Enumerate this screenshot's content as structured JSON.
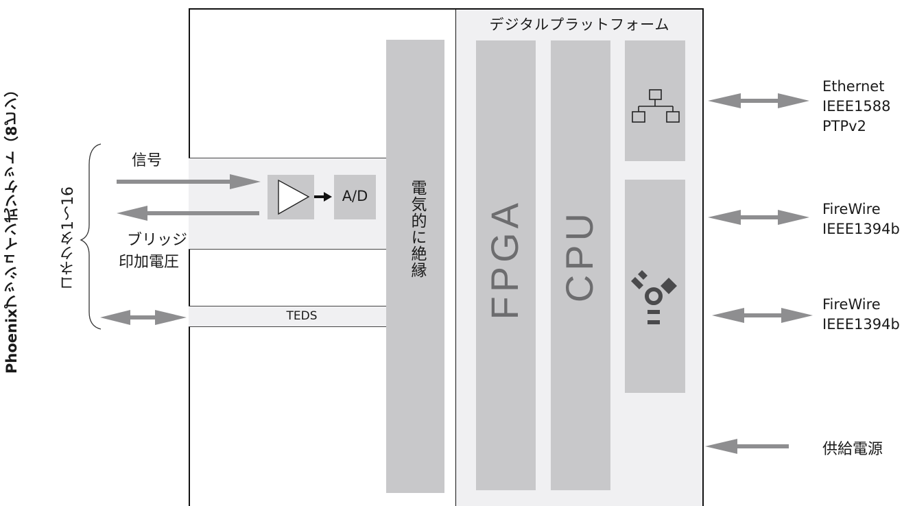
{
  "side_label": {
    "connector_type": "Phoenixプッシュイン式ソケット（8ピン）",
    "connector_range": "コネクタ1～16"
  },
  "analog": {
    "signal_label": "信号",
    "bridge_label_line1": "ブリッジ",
    "bridge_label_line2": "印加電圧",
    "adc_label": "A/D",
    "teds_label": "TEDS",
    "isolation_label": "電気的に絶縁"
  },
  "digital": {
    "title": "デジタルプラットフォーム",
    "fpga_label": "FPGA",
    "cpu_label": "CPU",
    "network_icon": "network-icon",
    "firewire_icon": "firewire-icon"
  },
  "ports": [
    {
      "line1": "Ethernet",
      "line2": "IEEE1588",
      "line3": "PTPv2"
    },
    {
      "line1": "FireWire",
      "line2": "IEEE1394b"
    },
    {
      "line1": "FireWire",
      "line2": "IEEE1394b"
    }
  ],
  "power_label": "供給電源",
  "colors": {
    "panel": "#f0f0f2",
    "block": "#c8c8ca",
    "arrow": "#8e8e90",
    "text_big": "#6d6d6f"
  }
}
